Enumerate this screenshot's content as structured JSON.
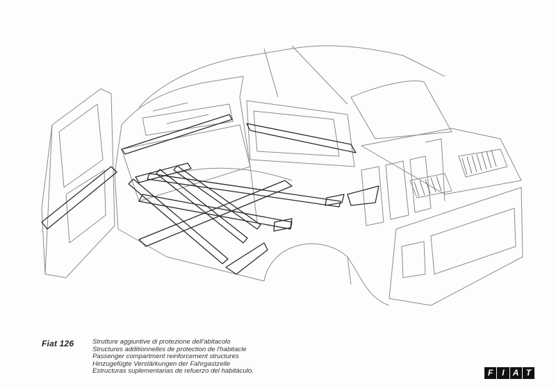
{
  "model": "Fiat 126",
  "captions": [
    "Strutture aggiuntive di protezione dell'abitacolo",
    "Structures additionnelles de protection de l'habitacle",
    "Passenger compartment reinforcement structures",
    "Hinzugefügte Verstärkungen der Fahrgastzelle",
    "Estructuras suplementarias de refuerzo del habitáculo."
  ],
  "logo": {
    "text": "FIAT",
    "letters": [
      "F",
      "I",
      "A",
      "T"
    ]
  },
  "colors": {
    "line": "#7a7a7a",
    "reinforcement": "#222222",
    "logo_bg": "#111111"
  }
}
